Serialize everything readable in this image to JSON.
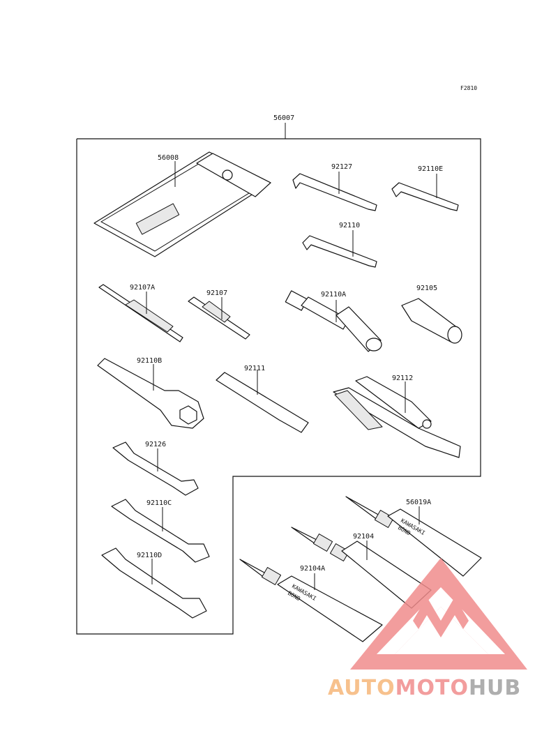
{
  "figure_code": "F2810",
  "kit_number": "56007",
  "parts": {
    "bag": "56008",
    "hex_92127": "92127",
    "hex_92110E": "92110E",
    "hex_92110": "92110",
    "driver_92107A": "92107A",
    "driver_92107": "92107",
    "socket_92110A": "92110A",
    "plug_92105": "92105",
    "box_wrench_92110B": "92110B",
    "bar_92111": "92111",
    "pliers_92112": "92112",
    "wrench_92126": "92126",
    "wrench_92110C": "92110C",
    "wrench_92110D": "92110D",
    "tube_56019A": "56019A",
    "tube_92104": "92104",
    "tube_92104A": "92104A"
  },
  "tube_print": {
    "brand": "KAWASAKI",
    "product": "BOND"
  },
  "watermark": {
    "part1": "AUTO",
    "part2": "MOTO",
    "part3": "HUB",
    "color_red": "#f08c8c",
    "color_orange": "#f6b77a",
    "color_gray": "#a0a0a0"
  }
}
